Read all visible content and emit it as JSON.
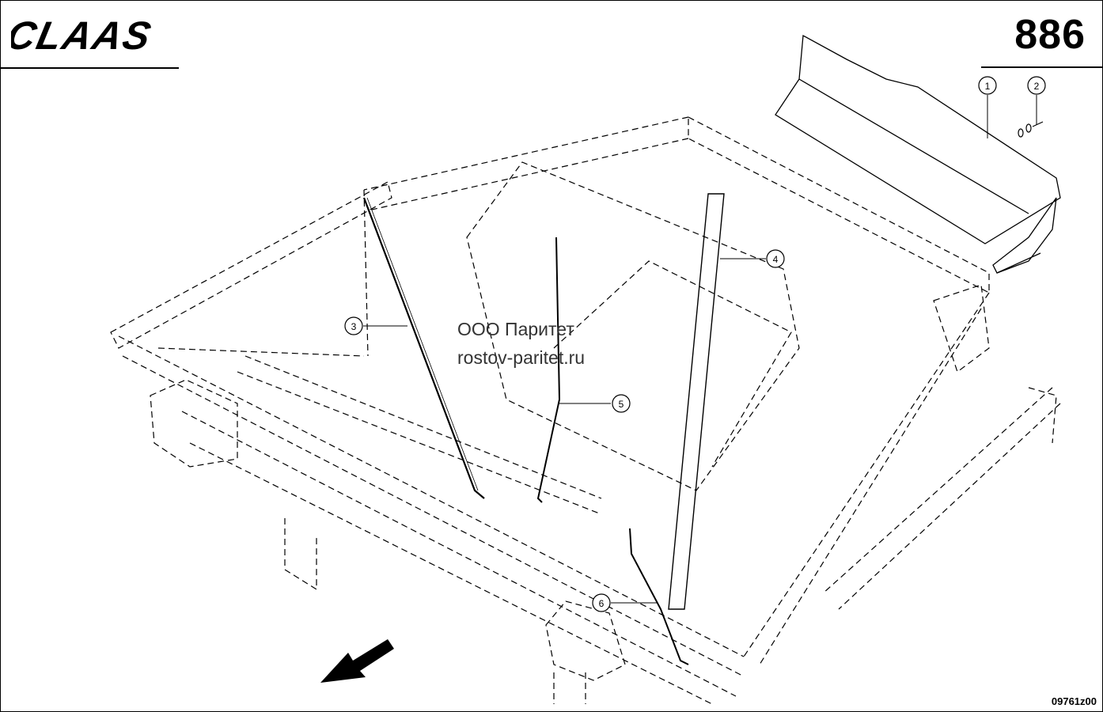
{
  "header": {
    "brand": "CLAAS",
    "page_number": "886"
  },
  "watermark": {
    "line1": "ООО Паритет",
    "line2": "rostov-paritet.ru"
  },
  "callouts": [
    "1",
    "2",
    "3",
    "4",
    "5",
    "6"
  ],
  "footer": {
    "drawing_code": "09761z00"
  },
  "colors": {
    "ink": "#000000",
    "paper": "#ffffff"
  }
}
